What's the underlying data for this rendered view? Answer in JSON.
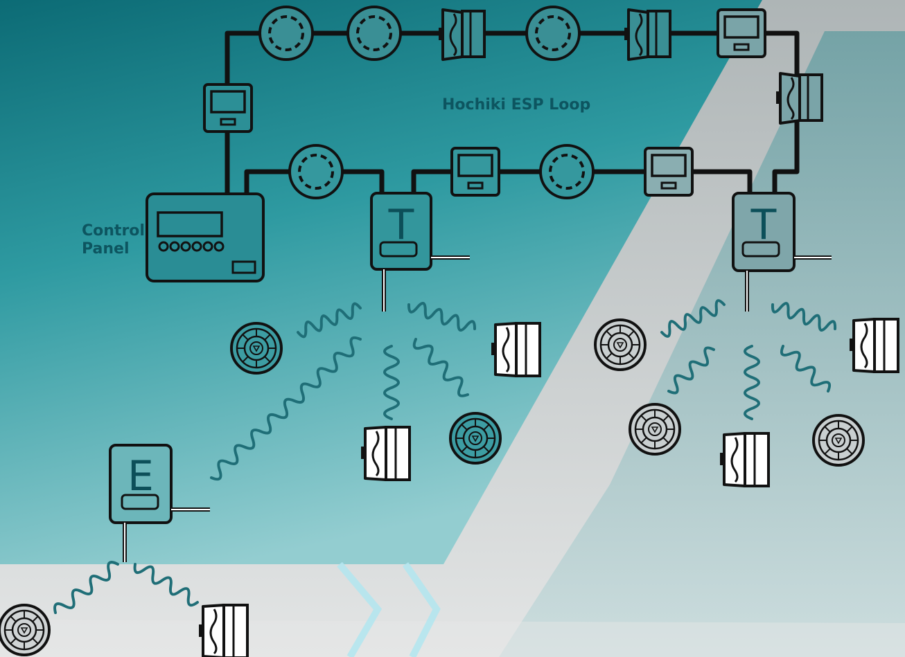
{
  "labels": {
    "loop_title": "Hochiki ESP Loop",
    "control_panel_line1": "Control",
    "control_panel_line2": "Panel",
    "translator_left_letter": "T",
    "translator_right_letter": "T",
    "expander_letter": "E"
  },
  "colors": {
    "teal_dark": "#0e6f78",
    "teal_mid": "#3a9ea4",
    "teal_light": "#8ac9cc",
    "grey_light": "#d6d9da",
    "grey_mid": "#b9bfc0",
    "loop_line": "#111111",
    "device_fill_teal": "#2f9299",
    "device_fill_grey": "#c5cbcc",
    "label_text": "#0d5560",
    "wave": "#1f6e77",
    "stripe": "#b4e6ee"
  },
  "icons": [
    "smoke-detector-icon",
    "sounder-icon",
    "module-icon",
    "wireless-detector-icon",
    "control-panel-icon",
    "translator-icon",
    "expander-icon",
    "radio-wave-icon"
  ]
}
